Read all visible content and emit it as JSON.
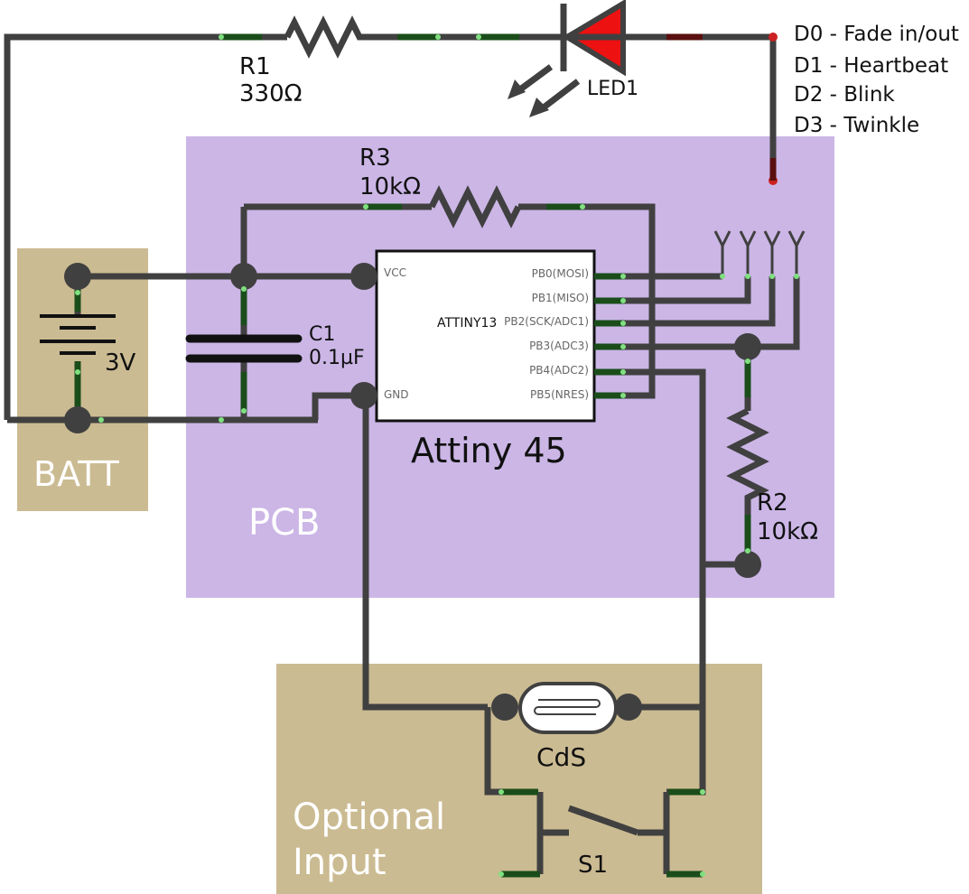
{
  "regions": {
    "pcb": {
      "label": "PCB",
      "color": "#cbb6e6"
    },
    "batt": {
      "label": "BATT",
      "color": "#cbbb92"
    },
    "optional_input": {
      "label_line1": "Optional",
      "label_line2": "Input",
      "color": "#cbbb92"
    }
  },
  "components": {
    "r1": {
      "name": "R1",
      "value": "330Ω"
    },
    "r2": {
      "name": "R2",
      "value": "10kΩ"
    },
    "r3": {
      "name": "R3",
      "value": "10kΩ"
    },
    "c1": {
      "name": "C1",
      "value": "0.1µF"
    },
    "led": {
      "name": "LED1",
      "color": "#ee1111"
    },
    "battery": {
      "value": "3V"
    },
    "ldr": {
      "name": "CdS"
    },
    "switch": {
      "name": "S1"
    },
    "chip": {
      "name": "ATTINY13",
      "title": "Attiny 45",
      "left_pins": [
        "VCC",
        "GND"
      ],
      "right_pins": [
        "PB0(MOSI)",
        "PB1(MISO)",
        "PB2(SCK/ADC1)",
        "PB3(ADC3)",
        "PB4(ADC2)",
        "PB5(NRES)"
      ]
    }
  },
  "modes": [
    "D0 - Fade in/out",
    "D1 - Heartbeat",
    "D2 - Blink",
    "D3 - Twinkle"
  ],
  "colors": {
    "wire": "#404040",
    "pin_highlight": "#7fe07f",
    "led_highlight": "#cc2222"
  }
}
